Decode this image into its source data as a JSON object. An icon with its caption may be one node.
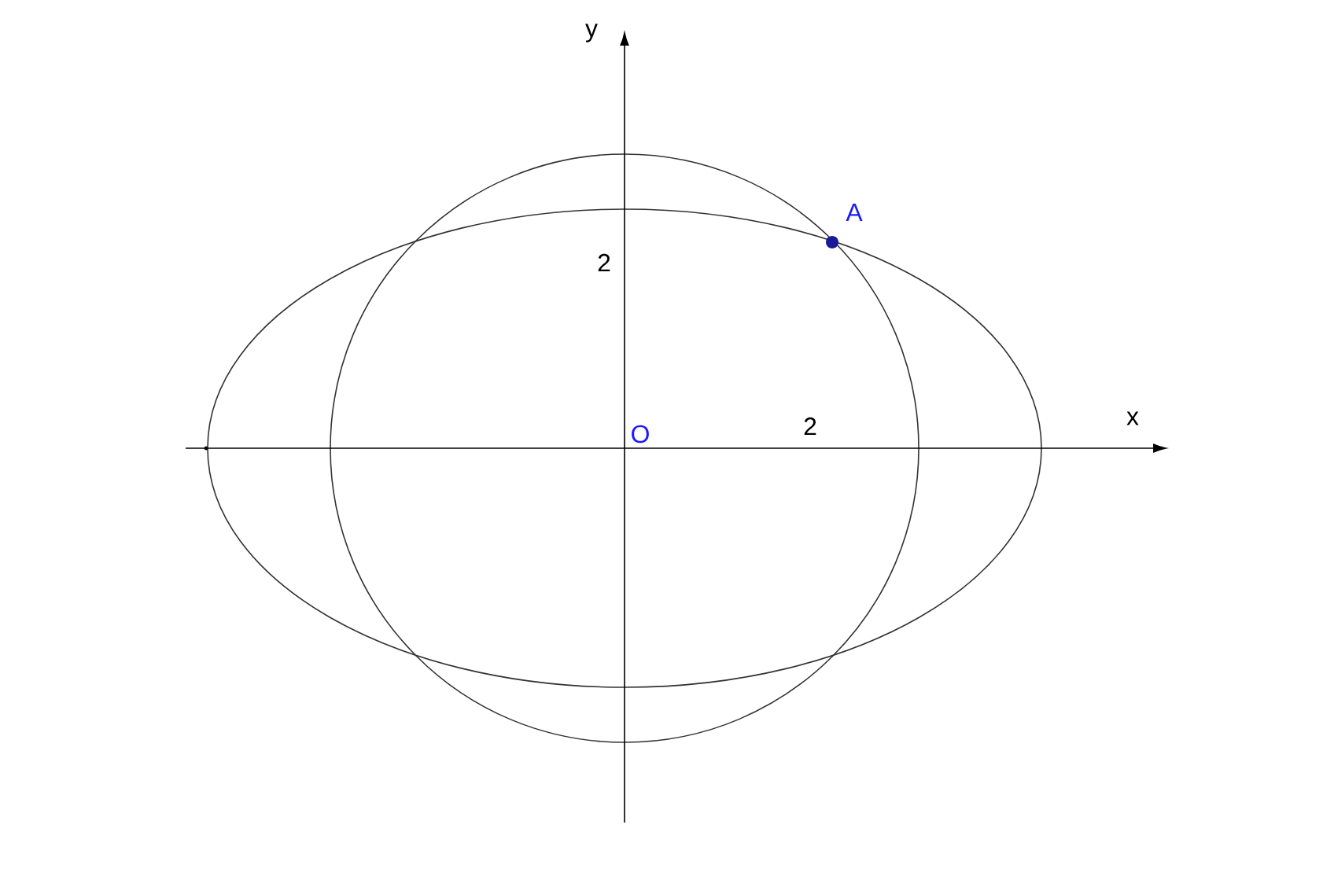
{
  "diagram": {
    "labels": [
      "y",
      "A",
      "2",
      "O",
      "2",
      "x"
    ]
  }
}
